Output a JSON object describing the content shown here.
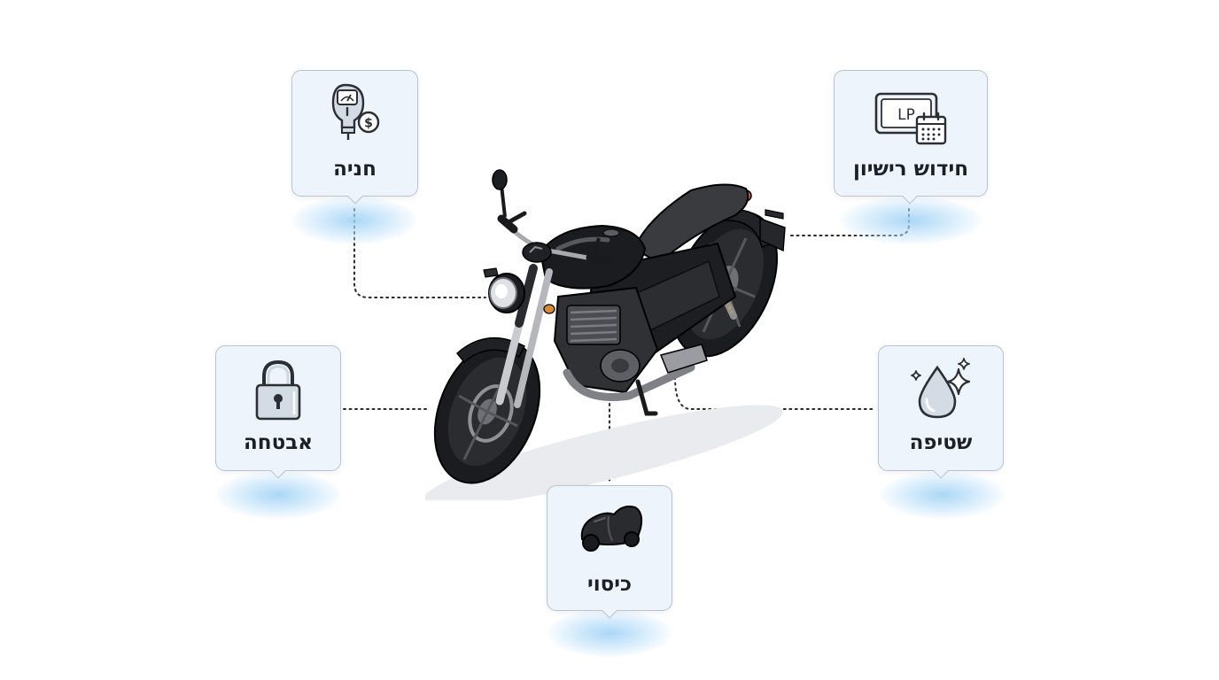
{
  "labels": {
    "parking": "חניה",
    "license_renewal": "חידוש רישיון",
    "security": "אבטחה",
    "cover": "כיסוי",
    "washing": "שטיפה"
  },
  "icons": {
    "parking": "parking-meter-icon",
    "license_renewal": "license-plate-calendar-icon",
    "security": "padlock-icon",
    "cover": "motorcycle-cover-icon",
    "washing": "water-drop-sparkle-icon"
  },
  "license_plate_text": "LP",
  "meter_currency_symbol": "$",
  "colors": {
    "card_bg": "#eef4fb",
    "card_border": "#b9c3cf",
    "glow": "#a9d6f5",
    "connector": "#2a2a2a",
    "bike": "#1e1f22"
  }
}
